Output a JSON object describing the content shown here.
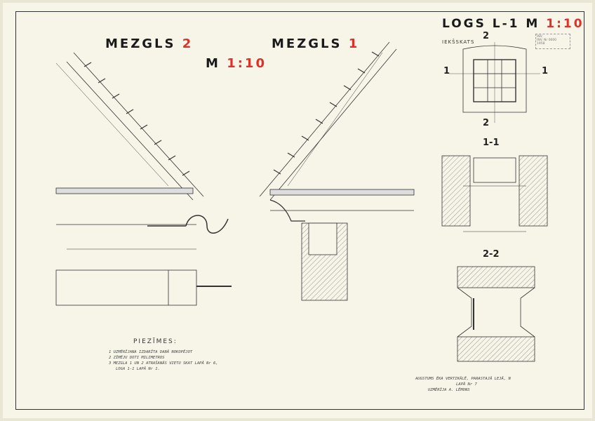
{
  "titles": {
    "node2": {
      "word": "MEZGLS",
      "num": "2"
    },
    "node1": {
      "word": "MEZGLS",
      "num": "1"
    },
    "scale_main": {
      "prefix": "M",
      "value": "1:10"
    },
    "window": {
      "prefix": "LOGS L-1 M",
      "value": "1:10"
    }
  },
  "window_view_label": "IEKŠSKATS",
  "section_labels": {
    "s11": "1-1",
    "s22": "2-2",
    "mark2": "2",
    "mark1": "1"
  },
  "notes": {
    "heading": "PIEZĪMES:",
    "lines": [
      "1 UZMĒRĪJANA IZDARĪTA DABĀ NOKOPĒJOT",
      "2 ZĪMĒJU DOTI MILIMETROS",
      "3 MEZGLA 1 UN 2 ATRAŠANĀS VIETU SKAT LAPĀ Nr 6,",
      "LOGA 1-1 LAPĀ Nr 1."
    ]
  },
  "footer_notes": [
    "AUGSTUMS ĒKA VERTIKĀLĒ, PARASTAJĀ LEJĀ, N",
    "LAPĀ Nr 7",
    "UZMĒRĪJA A. LĒMONS"
  ],
  "stamp_lines": [
    "INV.",
    "INV. Nr 0000",
    "1958"
  ],
  "colors": {
    "paper": "#f7f5e8",
    "ink": "#1a1a1a",
    "accent": "#e0302a"
  }
}
